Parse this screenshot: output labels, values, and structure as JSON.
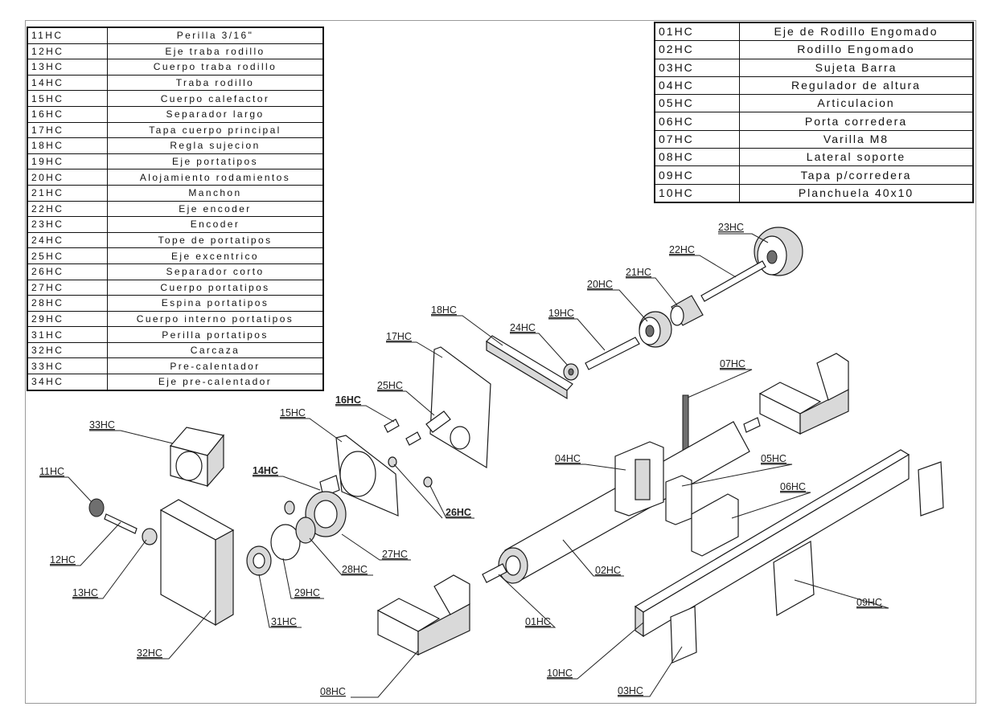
{
  "bom_left": [
    {
      "code": "11HC",
      "desc": "Perilla 3/16\""
    },
    {
      "code": "12HC",
      "desc": "Eje traba rodillo"
    },
    {
      "code": "13HC",
      "desc": "Cuerpo traba rodillo"
    },
    {
      "code": "14HC",
      "desc": "Traba rodillo"
    },
    {
      "code": "15HC",
      "desc": "Cuerpo calefactor"
    },
    {
      "code": "16HC",
      "desc": "Separador largo"
    },
    {
      "code": "17HC",
      "desc": "Tapa cuerpo principal"
    },
    {
      "code": "18HC",
      "desc": "Regla sujecion"
    },
    {
      "code": "19HC",
      "desc": "Eje portatipos"
    },
    {
      "code": "20HC",
      "desc": "Alojamiento rodamientos"
    },
    {
      "code": "21HC",
      "desc": "Manchon"
    },
    {
      "code": "22HC",
      "desc": "Eje encoder"
    },
    {
      "code": "23HC",
      "desc": "Encoder"
    },
    {
      "code": "24HC",
      "desc": "Tope de portatipos"
    },
    {
      "code": "25HC",
      "desc": "Eje excentrico"
    },
    {
      "code": "26HC",
      "desc": "Separador corto"
    },
    {
      "code": "27HC",
      "desc": "Cuerpo portatipos"
    },
    {
      "code": "28HC",
      "desc": "Espina portatipos"
    },
    {
      "code": "29HC",
      "desc": "Cuerpo interno portatipos"
    },
    {
      "code": "31HC",
      "desc": "Perilla portatipos"
    },
    {
      "code": "32HC",
      "desc": "Carcaza"
    },
    {
      "code": "33HC",
      "desc": "Pre-calentador"
    },
    {
      "code": "34HC",
      "desc": "Eje pre-calentador"
    }
  ],
  "bom_right": [
    {
      "code": "01HC",
      "desc": "Eje de Rodillo Engomado"
    },
    {
      "code": "02HC",
      "desc": "Rodillo Engomado"
    },
    {
      "code": "03HC",
      "desc": "Sujeta Barra"
    },
    {
      "code": "04HC",
      "desc": "Regulador de altura"
    },
    {
      "code": "05HC",
      "desc": "Articulacion"
    },
    {
      "code": "06HC",
      "desc": "Porta corredera"
    },
    {
      "code": "07HC",
      "desc": "Varilla M8"
    },
    {
      "code": "08HC",
      "desc": "Lateral soporte"
    },
    {
      "code": "09HC",
      "desc": "Tapa p/corredera"
    },
    {
      "code": "10HC",
      "desc": "Planchuela 40x10"
    }
  ],
  "callouts": {
    "c01": "01HC",
    "c02": "02HC",
    "c03": "03HC",
    "c04": "04HC",
    "c05": "05HC",
    "c06": "06HC",
    "c07": "07HC",
    "c08": "08HC",
    "c09": "09HC",
    "c10": "10HC",
    "c11": "11HC",
    "c12": "12HC",
    "c13": "13HC",
    "c14": "14HC",
    "c15": "15HC",
    "c16": "16HC",
    "c17": "17HC",
    "c18": "18HC",
    "c19": "19HC",
    "c20": "20HC",
    "c21": "21HC",
    "c22": "22HC",
    "c23": "23HC",
    "c24": "24HC",
    "c25": "25HC",
    "c26": "26HC",
    "c27": "27HC",
    "c28": "28HC",
    "c29": "29HC",
    "c31": "31HC",
    "c32": "32HC",
    "c33": "33HC"
  }
}
